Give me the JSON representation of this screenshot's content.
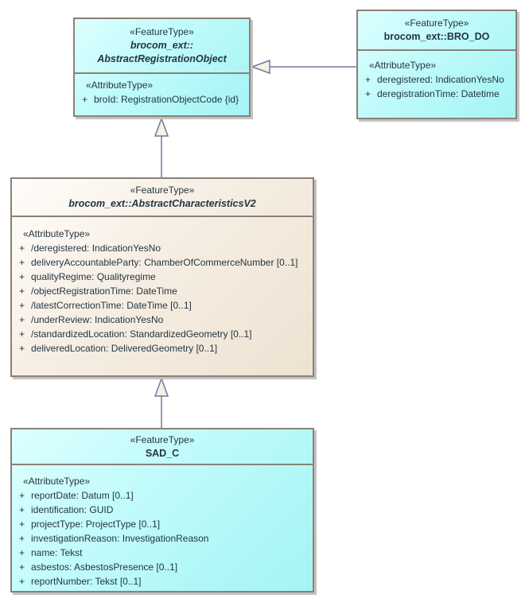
{
  "diagram": {
    "colors": {
      "class_fill_cyan": "#a4f4f4",
      "class_fill_beige": "#eee2d1",
      "class_border": "#8b8077",
      "connector_line": "#6f7b9b",
      "generalization_arrow_fill": "#f8f1e8",
      "shadow": "#c3c3c3",
      "text": "#243540"
    },
    "classes": {
      "abstract_registration_object": {
        "stereotype": "«FeatureType»",
        "name_line1": "brocom_ext::",
        "name_line2": "AbstractRegistrationObject",
        "abstract": true,
        "attr_stereotype": "«AttributeType»",
        "attributes": [
          {
            "visibility": "+",
            "text": "broId: RegistrationObjectCode {id}"
          }
        ]
      },
      "bro_do": {
        "stereotype": "«FeatureType»",
        "name": "brocom_ext::BRO_DO",
        "abstract": false,
        "attr_stereotype": "«AttributeType»",
        "attributes": [
          {
            "visibility": "+",
            "text": "deregistered: IndicationYesNo"
          },
          {
            "visibility": "+",
            "text": "deregistrationTime: Datetime"
          }
        ]
      },
      "abstract_characteristics_v2": {
        "stereotype": "«FeatureType»",
        "name": "brocom_ext::AbstractCharacteristicsV2",
        "abstract": true,
        "attr_stereotype": "«AttributeType»",
        "attributes": [
          {
            "visibility": "+",
            "text": "/deregistered: IndicationYesNo"
          },
          {
            "visibility": "+",
            "text": "deliveryAccountableParty: ChamberOfCommerceNumber [0..1]"
          },
          {
            "visibility": "+",
            "text": "qualityRegime: Qualityregime"
          },
          {
            "visibility": "+",
            "text": "/objectRegistrationTime: DateTime"
          },
          {
            "visibility": "+",
            "text": "/latestCorrectionTime: DateTime [0..1]"
          },
          {
            "visibility": "+",
            "text": "/underReview: IndicationYesNo"
          },
          {
            "visibility": "+",
            "text": "/standardizedLocation: StandardizedGeometry [0..1]"
          },
          {
            "visibility": "+",
            "text": "deliveredLocation: DeliveredGeometry [0..1]"
          }
        ]
      },
      "sad_c": {
        "stereotype": "«FeatureType»",
        "name": "SAD_C",
        "abstract": false,
        "attr_stereotype": "«AttributeType»",
        "attributes": [
          {
            "visibility": "+",
            "text": "reportDate: Datum [0..1]"
          },
          {
            "visibility": "+",
            "text": "identification: GUID"
          },
          {
            "visibility": "+",
            "text": "projectType: ProjectType [0..1]"
          },
          {
            "visibility": "+",
            "text": "investigationReason: InvestigationReason"
          },
          {
            "visibility": "+",
            "text": "name: Tekst"
          },
          {
            "visibility": "+",
            "text": "asbestos: AsbestosPresence [0..1]"
          },
          {
            "visibility": "+",
            "text": "reportNumber: Tekst [0..1]"
          }
        ]
      }
    }
  }
}
